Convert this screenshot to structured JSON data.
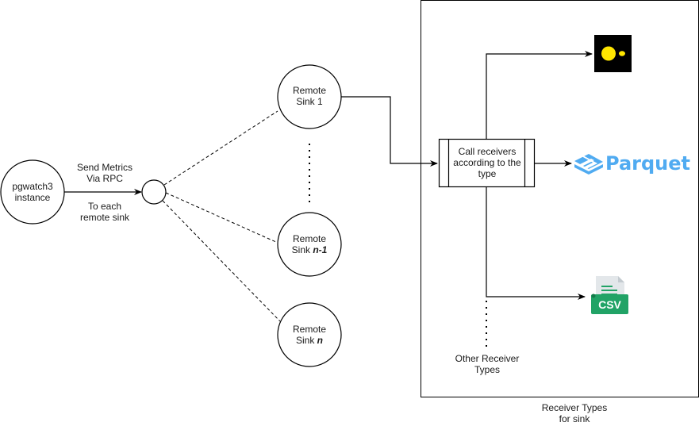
{
  "source": {
    "label_line1": "pgwatch3",
    "label_line2": "instance"
  },
  "edge_labels": {
    "above_line1": "Send Metrics",
    "above_line2": "Via RPC",
    "below_line1": "To each",
    "below_line2": "remote sink"
  },
  "sinks": [
    {
      "line1": "Remote",
      "line2_prefix": "Sink ",
      "line2_emph": "",
      "line2_plain": "1"
    },
    {
      "line1": "Remote",
      "line2_prefix": "Sink ",
      "line2_emph": "n-1",
      "line2_plain": ""
    },
    {
      "line1": "Remote",
      "line2_prefix": "Sink ",
      "line2_emph": "n",
      "line2_plain": ""
    }
  ],
  "dispatcher": {
    "line1": "Call receivers",
    "line2": "according to the",
    "line3": "type"
  },
  "receivers": {
    "logo1": {
      "icon": "yellow-dot-logo-icon",
      "bg": "#000000",
      "fg": "#ffe600"
    },
    "parquet": {
      "icon": "parquet-logo-icon",
      "label": "Parquet",
      "color": "#50abf1"
    },
    "csv": {
      "icon": "csv-file-icon",
      "label": "CSV",
      "color": "#21a366"
    },
    "other_line1": "Other Receiver",
    "other_line2": "Types"
  },
  "container": {
    "caption_line1": "Receiver Types",
    "caption_line2": "for sink"
  }
}
